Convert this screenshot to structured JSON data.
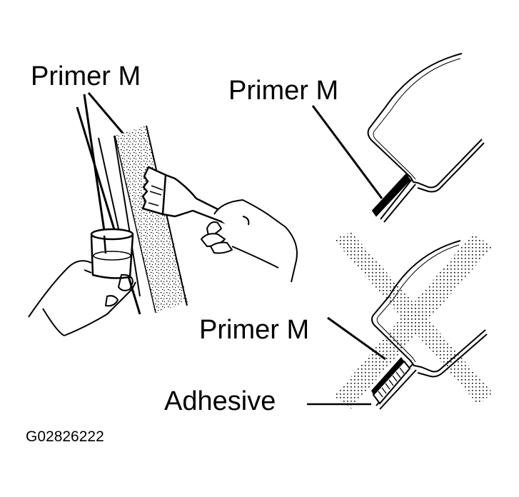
{
  "figure": {
    "labels": {
      "primer_left": "Primer M",
      "primer_top_right": "Primer M",
      "primer_bottom_right": "Primer M",
      "adhesive": "Adhesive"
    },
    "figure_code": "G02826222",
    "panels": [
      {
        "id": "applying-primer",
        "description": "Hand holding cup of primer, other hand brushing primer onto glass edge"
      },
      {
        "id": "correct-application",
        "description": "Cross-section showing Primer M applied correctly on flange"
      },
      {
        "id": "incorrect-application",
        "description": "Cross-section with primer and adhesive, crossed out with large X"
      }
    ],
    "colors": {
      "ink": "#000000",
      "background": "#ffffff",
      "stipple": "#7a7a7a"
    }
  }
}
